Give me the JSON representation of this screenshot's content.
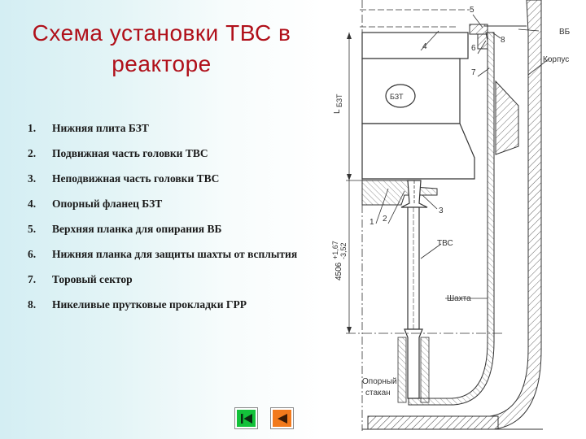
{
  "slide": {
    "title": "Схема установки ТВС в реакторе",
    "items": [
      {
        "num": "1.",
        "text": "Нижняя плита БЗТ"
      },
      {
        "num": "2.",
        "text": "Подвижная часть головки ТВС"
      },
      {
        "num": "3.",
        "text": "Неподвижная часть головки ТВС"
      },
      {
        "num": "4.",
        "text": "Опорный фланец БЗТ"
      },
      {
        "num": "5.",
        "text": "Верхняя планка для опирания ВБ"
      },
      {
        "num": "6.",
        "text": "Нижняя планка для защиты шахты от всплытия"
      },
      {
        "num": "7.",
        "text": "Торовый сектор"
      },
      {
        "num": "8.",
        "text": "Никеливые прутковые прокладки ГРР"
      }
    ]
  },
  "navigation": {
    "first_icon": "skip-to-first-icon",
    "prev_icon": "previous-triangle-icon",
    "first_color": "#13c13a",
    "prev_color": "#f27a1c"
  },
  "drawing": {
    "labels": {
      "vb": "ВБ",
      "korpus": "Корпус",
      "bzt": "БЗТ",
      "tvs": "ТВС",
      "shakhta": "Шахта",
      "opornyi_line1": "Опорный",
      "opornyi_line2": "стакан"
    },
    "callouts": [
      "1",
      "2",
      "3",
      "4",
      "5",
      "6",
      "7",
      "8"
    ],
    "dimensions": {
      "l_main": "L",
      "l_sub": "БЗТ",
      "height_value": "4506",
      "tol_upper": "+1,67",
      "tol_lower": "-3,52"
    }
  },
  "colors": {
    "title": "#b0101a",
    "panel_bg": "#d4eef3"
  }
}
